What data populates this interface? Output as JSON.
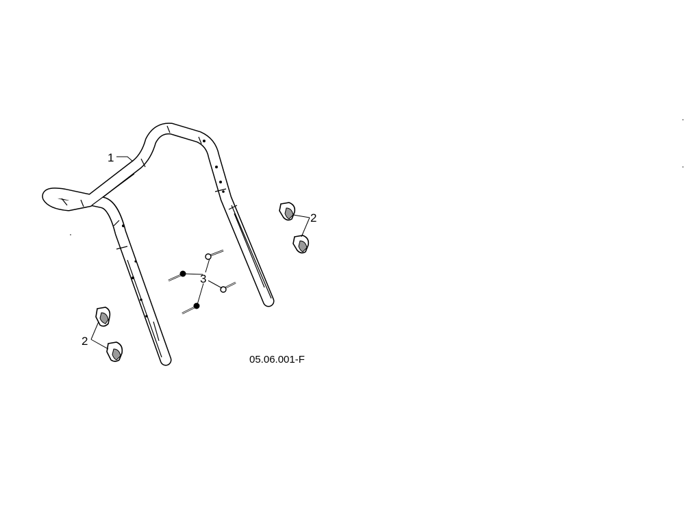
{
  "diagram": {
    "callouts": {
      "handle_frame": "1",
      "knobs_left": "2",
      "knobs_right": "2",
      "bolts": "3"
    },
    "drawing_number": "05.06.001-F"
  },
  "colors": {
    "ink": "#000000",
    "tube_fill": "#ffffff",
    "knob_shade": "#9a9a9a"
  }
}
